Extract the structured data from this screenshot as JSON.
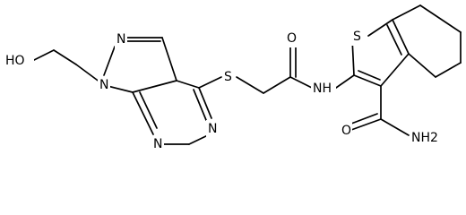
{
  "molecule": {
    "atoms": {
      "hydroxyl": "HO",
      "pyrazole_n_substituted": "N",
      "pyrazole_n2": "N",
      "pyrimidine_n_upper": "N",
      "pyrimidine_n_lower": "N",
      "thioether_s": "S",
      "carbonyl_o_amide": "O",
      "amide_nh": "NH",
      "thiophene_s": "S",
      "carboxamide_o": "O",
      "carboxamide_nh2": "NH2"
    }
  }
}
